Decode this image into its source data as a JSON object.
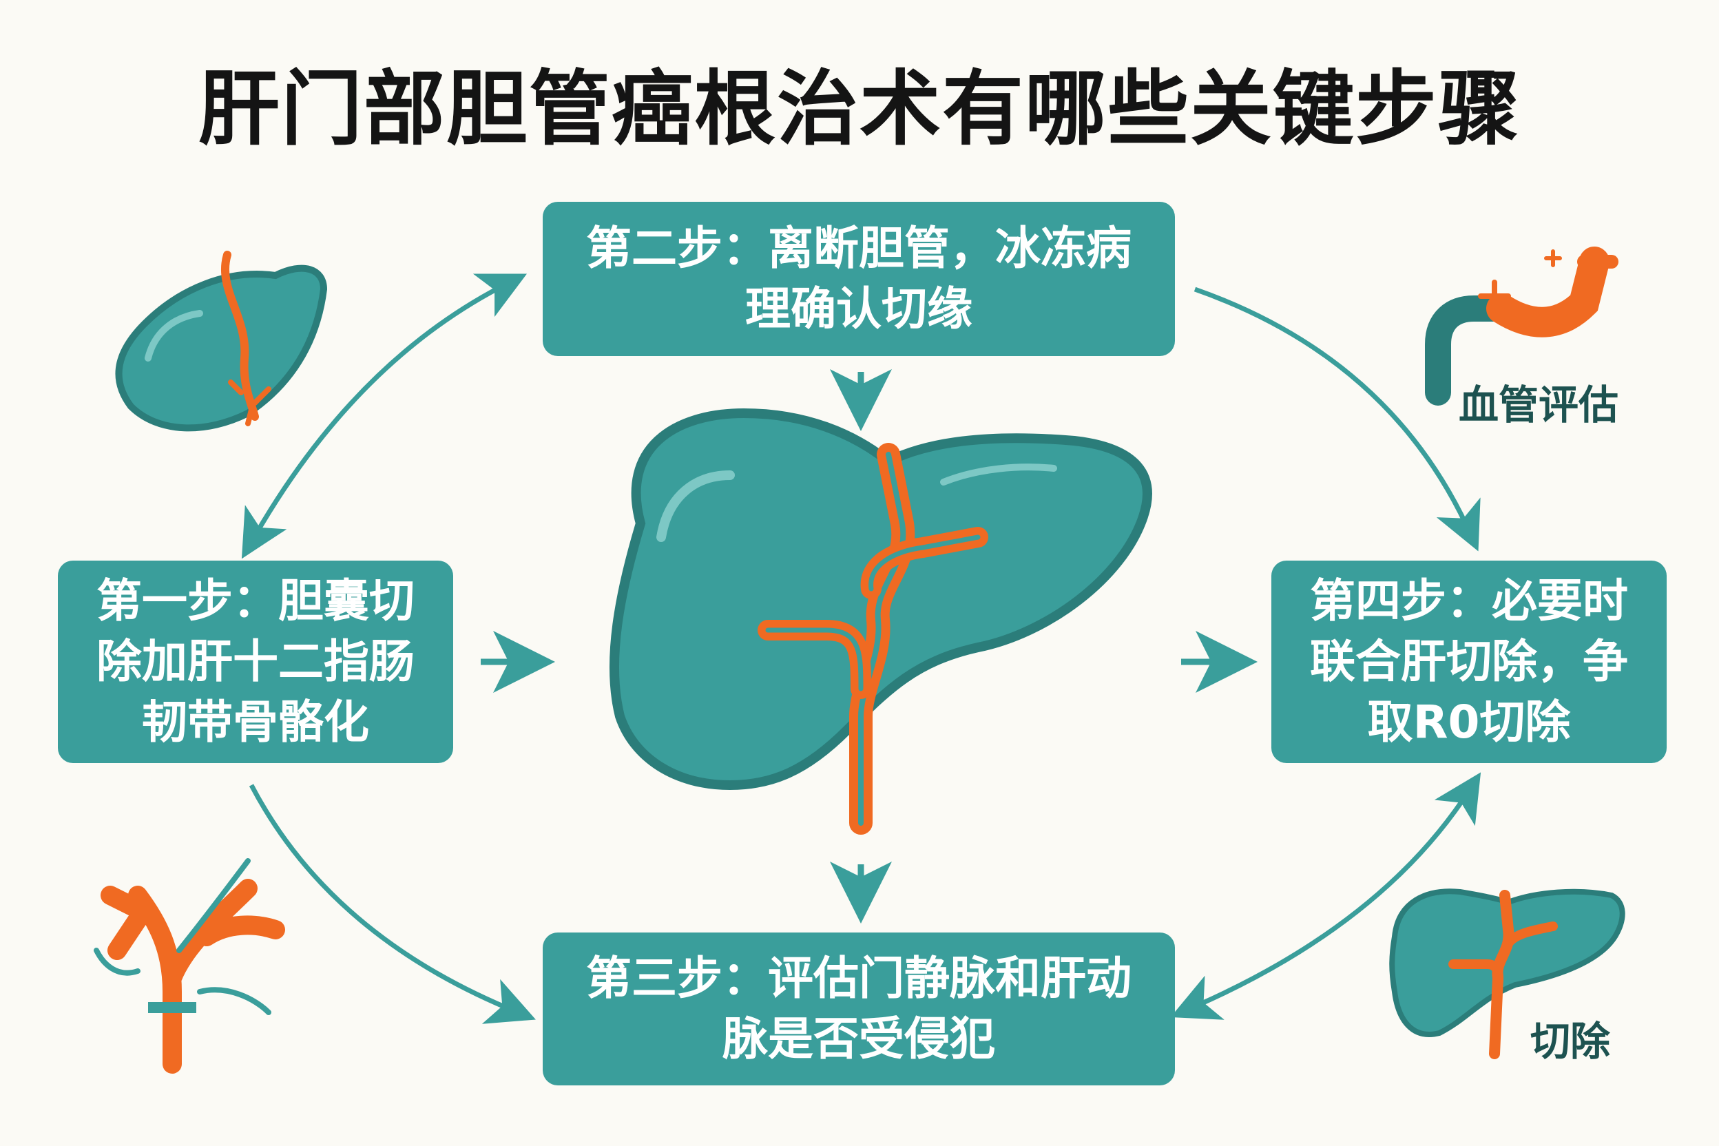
{
  "title": "肝门部胆管癌根治术有哪些关键步骤",
  "steps": [
    {
      "id": "step1",
      "text": "第一步：胆囊切除加肝十二指肠韧带骨骼化"
    },
    {
      "id": "step2",
      "text": "第二步：离断胆管，冰冻病理确认切缘"
    },
    {
      "id": "step3",
      "text": "第三步：评估门静脉和肝动脉是否受侵犯"
    },
    {
      "id": "step4",
      "text": "第四步：必要时联合肝切除，争取R0切除"
    }
  ],
  "icons": {
    "vessel_label": "血管评估",
    "resection_label": "切除"
  },
  "colors": {
    "teal": "#3a9e9b",
    "teal_dark": "#2b7d7a",
    "orange": "#f06a22",
    "arrow": "#3a9e9b",
    "background": "#fbfaf5"
  }
}
